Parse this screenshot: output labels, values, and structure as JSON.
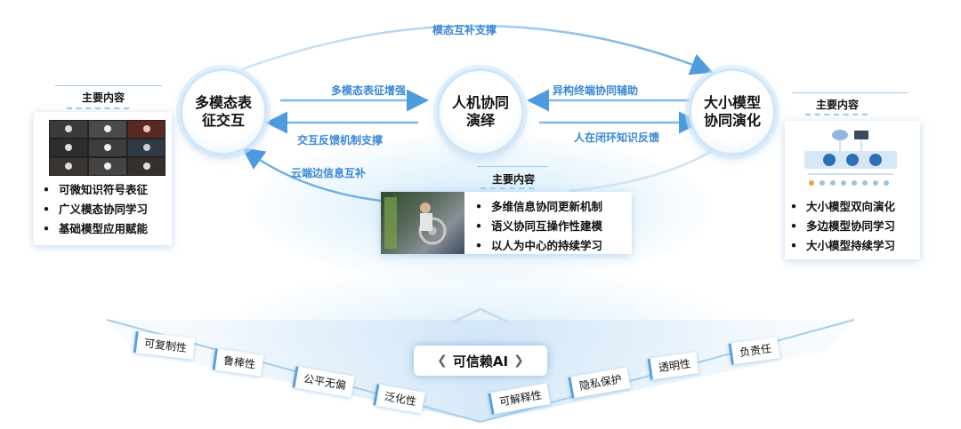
{
  "flows": {
    "top": "模态互补支撑",
    "left_to_center": "多模态表征增强",
    "center_to_left": "交互反馈机制支撑",
    "cloud": "云端边信息互补",
    "right_to_center": "异构终端协同辅助",
    "center_to_right": "人在闭环知识反馈"
  },
  "nodes": {
    "left": "多模态表征交互",
    "center": "人机协同演绎",
    "right": "大小模型协同演化"
  },
  "sections": {
    "left": {
      "title": "主要内容",
      "items": [
        "可微知识符号表征",
        "广义模态协同学习",
        "基础模型应用赋能"
      ]
    },
    "center": {
      "title": "主要内容",
      "items": [
        "多维信息协同更新机制",
        "语义协同互操作性建模",
        "以人为中心的持续学习"
      ]
    },
    "right": {
      "title": "主要内容",
      "items": [
        "大小模型双向演化",
        "多边模型协同学习",
        "大小模型持续学习"
      ]
    }
  },
  "core": "可信赖AI",
  "traits": [
    "可复制性",
    "鲁棒性",
    "公平无偏",
    "泛化性",
    "可解释性",
    "隐私保护",
    "透明性",
    "负责任"
  ],
  "bullet_symbol": "•",
  "colors": {
    "accent": "#3a86d4",
    "line": "#9fcbed"
  }
}
